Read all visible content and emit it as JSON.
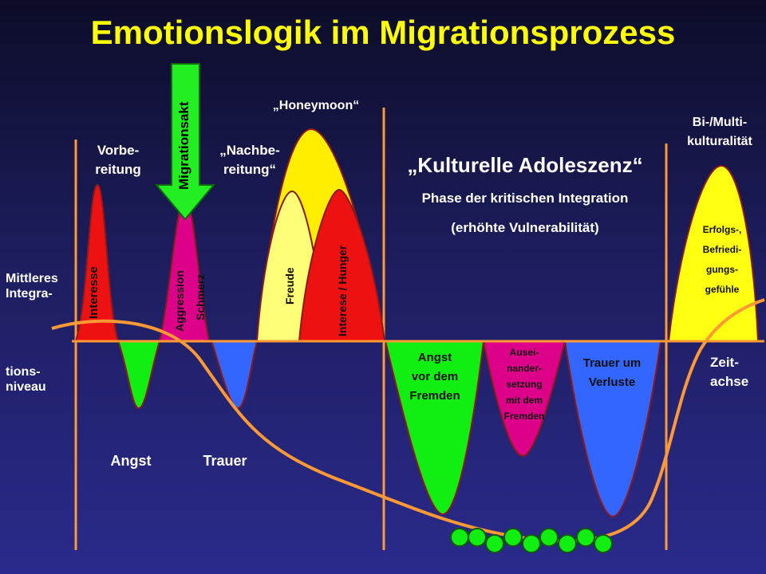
{
  "title": "Emotionslogik im Migrationsprozess",
  "labels": {
    "vorbereitung": [
      "Vorbe-",
      "reitung"
    ],
    "migrationsakt": "Migrationsakt",
    "honeymoon": "„Honeymoon“",
    "nachbereitung": [
      "„Nachbe-",
      "reitung“"
    ],
    "kulturelle": "„Kulturelle Adoleszenz“",
    "phase": "Phase der kritischen Integration",
    "vulnerabilitaet": "(erhöhte Vulnerabilität)",
    "bimulti": [
      "Bi-/Multi-",
      "kulturalität"
    ],
    "mittleres": [
      "Mittleres",
      "Integra-"
    ],
    "tions": [
      "tions-",
      "niveau"
    ],
    "zeit": [
      "Zeit-",
      "achse"
    ],
    "angst": "Angst",
    "trauer": "Trauer"
  },
  "peaks": {
    "interesse": "Interesse",
    "aggression": "Aggression",
    "schmerz": "Schmerz",
    "freude": "Freude",
    "interese_hunger": "Interese / Hunger",
    "erfolgs": [
      "Erfolgs-,",
      "Befriedi-",
      "gungs-",
      "gefühle"
    ]
  },
  "valleys": {
    "angst_fremden": [
      "Angst",
      "vor dem",
      "Fremden"
    ],
    "auseinander": [
      "Ausei-",
      "nander-",
      "setzung",
      "mit dem",
      "Fremden"
    ],
    "trauer_verluste": [
      "Trauer um",
      "Verluste"
    ]
  },
  "colors": {
    "red": "#ee1111",
    "green": "#11ee11",
    "magenta": "#dd0088",
    "blue": "#3366ff",
    "yellow": "#ffee00",
    "lightyellow": "#ffff77",
    "orange": "#ff9933",
    "title": "#ffff00"
  }
}
